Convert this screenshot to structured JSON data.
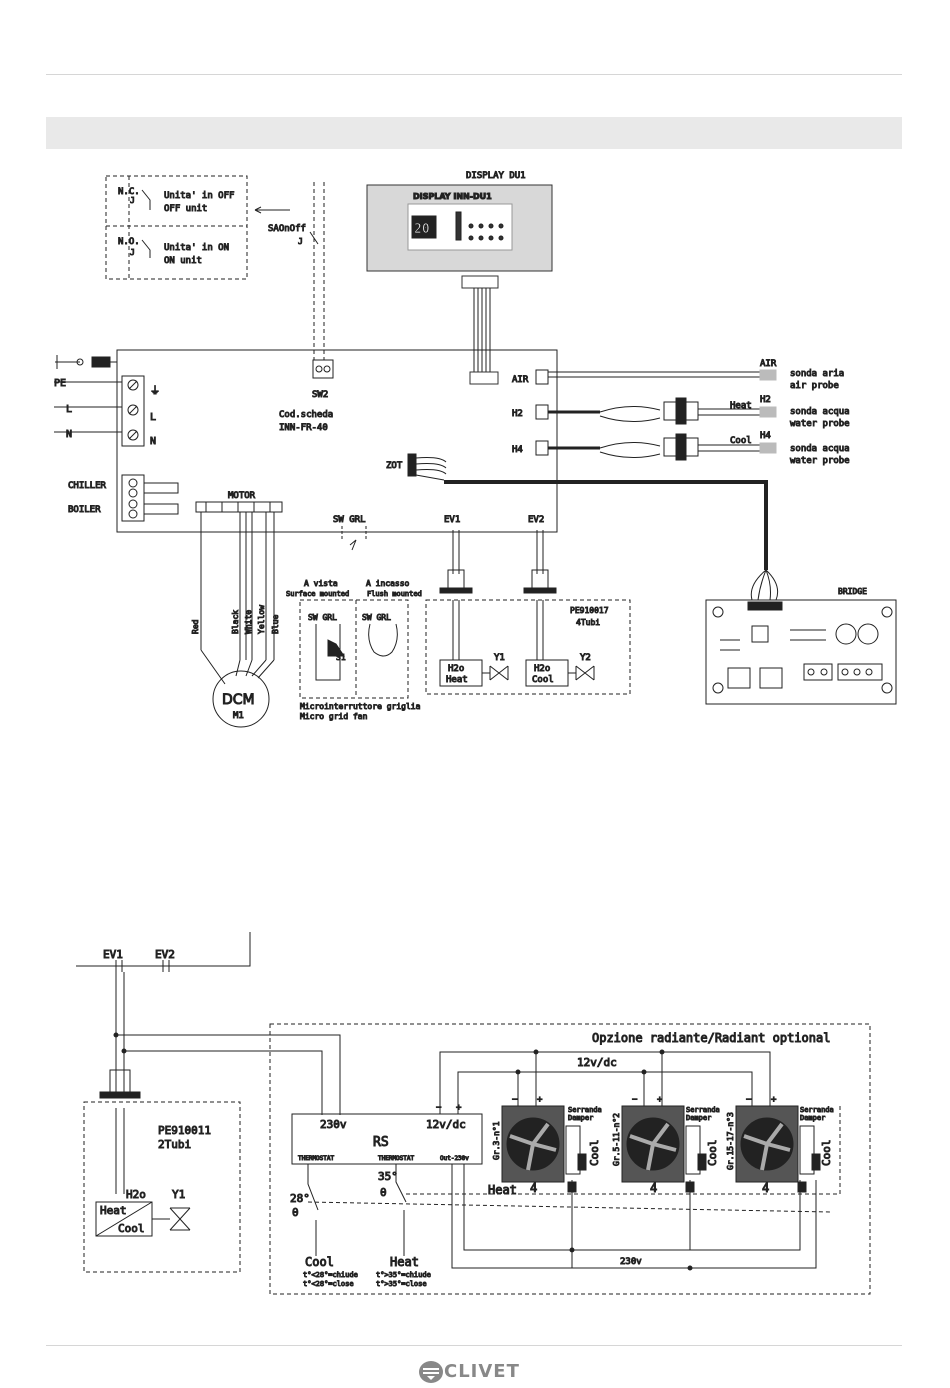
{
  "diagram_top": {
    "nc_box": {
      "nc_label": "N.C.",
      "off_line1": "Unita' in OFF",
      "off_line2": "OFF unit",
      "no_label": "N.O.",
      "on_line1": "Unita' in ON",
      "on_line2": "ON unit"
    },
    "saonoff": "SAOnOff",
    "display": {
      "title": "DISPLAY DU1",
      "panel_title": "DISPLAY INN-DU1",
      "reading": "20"
    },
    "board": {
      "pe": "PE",
      "l": "L",
      "n": "N",
      "terminal_l": "L",
      "terminal_n": "N",
      "sw2": "SW2",
      "cod_line1": "Cod.scheda",
      "cod_line2": "INN-FR-40",
      "air": "AIR",
      "h2": "H2",
      "h4": "H4",
      "zot": "ZOT",
      "chiller": "CHILLER",
      "boiler": "BOILER",
      "motor": "MOTOR",
      "sw_grl": "SW GRL",
      "ev1": "EV1",
      "ev2": "EV2"
    },
    "probes": {
      "air_tag": "AIR",
      "air_it": "sonda aria",
      "air_en": "air probe",
      "heat": "Heat",
      "h2_tag": "H2",
      "water_it": "sonda acqua",
      "water_en": "water probe",
      "cool": "Cool",
      "h4_tag": "H4"
    },
    "motor_wires": [
      "Red",
      "Black",
      "White",
      "Yellow",
      "Blue"
    ],
    "motor_body": {
      "name": "DCM",
      "ref": "M1"
    },
    "grid_switch": {
      "a_vista": "A vista",
      "surface": "Surface mounted",
      "a_incasso": "A incasso",
      "flush": "Flush mounted",
      "sw_grl_left": "SW GRL",
      "sw_grl_right": "SW GRL",
      "s1": "S1",
      "micro_it": "Microinterruttore griglia",
      "micro_en": "Micro grid fan"
    },
    "valves_4": {
      "code": "PE910017",
      "pipes": "4Tubi",
      "h2o_a": "H2o",
      "heat": "Heat",
      "y1": "Y1",
      "h2o_b": "H2o",
      "cool": "Cool",
      "y2": "Y2"
    },
    "bridge": "BRIDGE"
  },
  "diagram_bottom": {
    "ev1": "EV1",
    "ev2": "EV2",
    "valves_2": {
      "code": "PE910011",
      "pipes": "2Tubi",
      "h2o": "H2o",
      "y1": "Y1",
      "heat": "Heat",
      "cool": "Cool"
    },
    "radiant": {
      "title": "Opzione radiante/Radiant optional",
      "rs": "RS",
      "v230": "230v",
      "v12": "12v/dc",
      "v12_bus": "12v/dc",
      "thermostat_a": "THERMOSTAT",
      "thermostat_b": "THERMOSTAT",
      "out230": "Out-230v",
      "t28": "28°",
      "t35": "35°",
      "theta_a": "θ",
      "theta_b": "θ",
      "heat_line": "Heat",
      "cool_label": "Cool",
      "cool_note1": "t°<28°=chiude",
      "cool_note2": "t°<28°=close",
      "heat_label": "Heat",
      "heat_note1": "t°>35°=chiude",
      "heat_note2": "t°>35°=close",
      "bus230": "230v",
      "fans": [
        {
          "id": "Gr.3-n°1",
          "damper_it": "Serranda",
          "damper_en": "Damper",
          "cool": "Cool",
          "count": "4"
        },
        {
          "id": "Gr.5-11-n°2",
          "damper_it": "Serranda",
          "damper_en": "Damper",
          "cool": "Cool",
          "count": "4"
        },
        {
          "id": "Gr.15-17-n°3",
          "damper_it": "Serranda",
          "damper_en": "Damper",
          "cool": "Cool",
          "count": "4"
        }
      ]
    }
  },
  "footer": {
    "brand": "CLIVET"
  }
}
